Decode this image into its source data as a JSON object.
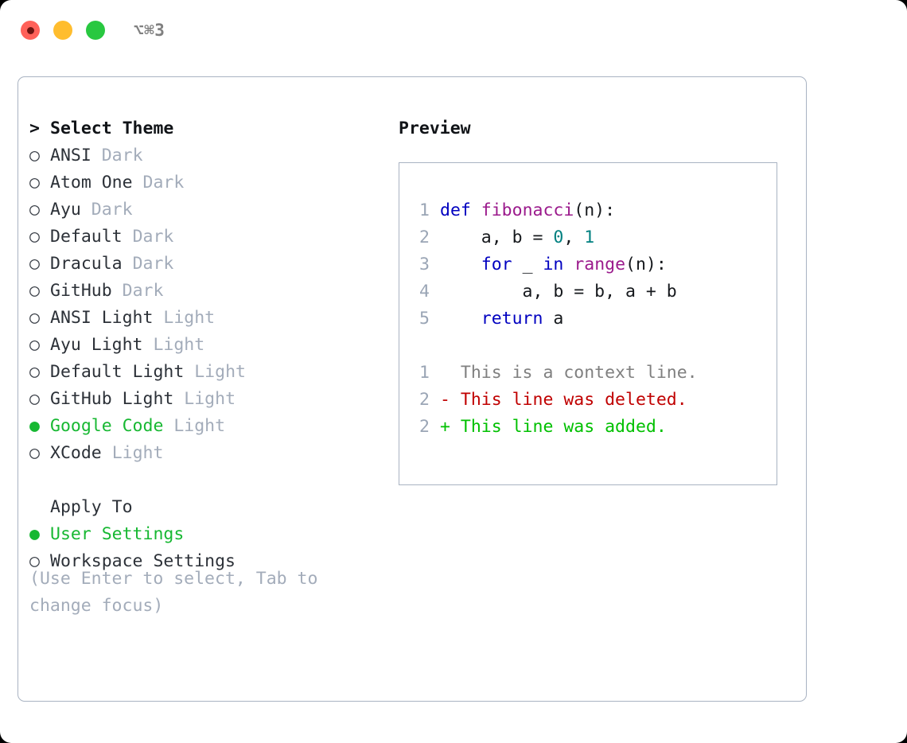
{
  "window": {
    "title": "⌥⌘3",
    "traffic_lights": [
      {
        "name": "close",
        "color": "#ff6159"
      },
      {
        "name": "minimize",
        "color": "#ffbd2e"
      },
      {
        "name": "maximize",
        "color": "#28c840"
      }
    ],
    "accent_selected": "#17b832",
    "border_color": "#a9b3c2"
  },
  "theme_list": {
    "header_marker": ">",
    "header_label": "Select Theme",
    "marker_selected": "●",
    "marker_unselected": "○",
    "items": [
      {
        "marker": "○",
        "name": "ANSI",
        "variant": "Dark",
        "selected": false
      },
      {
        "marker": "○",
        "name": "Atom One",
        "variant": "Dark",
        "selected": false
      },
      {
        "marker": "○",
        "name": "Ayu",
        "variant": "Dark",
        "selected": false
      },
      {
        "marker": "○",
        "name": "Default",
        "variant": "Dark",
        "selected": false
      },
      {
        "marker": "○",
        "name": "Dracula",
        "variant": "Dark",
        "selected": false
      },
      {
        "marker": "○",
        "name": "GitHub",
        "variant": "Dark",
        "selected": false
      },
      {
        "marker": "○",
        "name": "ANSI Light",
        "variant": "Light",
        "selected": false
      },
      {
        "marker": "○",
        "name": "Ayu Light",
        "variant": "Light",
        "selected": false
      },
      {
        "marker": "○",
        "name": "Default Light",
        "variant": "Light",
        "selected": false
      },
      {
        "marker": "○",
        "name": "GitHub Light",
        "variant": "Light",
        "selected": false
      },
      {
        "marker": "●",
        "name": "Google Code",
        "variant": "Light",
        "selected": true
      },
      {
        "marker": "○",
        "name": "XCode",
        "variant": "Light",
        "selected": false
      }
    ]
  },
  "apply_to": {
    "label": "Apply To",
    "options": [
      {
        "marker": "●",
        "name": "User Settings",
        "selected": true
      },
      {
        "marker": "○",
        "name": "Workspace Settings",
        "selected": false
      }
    ]
  },
  "hint": "(Use Enter to select, Tab to change focus)",
  "preview": {
    "title": "Preview",
    "code_lines": [
      {
        "no": "1",
        "tokens": [
          {
            "t": "def",
            "c": "kw"
          },
          {
            "t": " ",
            "c": "plain"
          },
          {
            "t": "fibonacci",
            "c": "fn"
          },
          {
            "t": "(n):",
            "c": "plain"
          }
        ]
      },
      {
        "no": "2",
        "tokens": [
          {
            "t": "    a, b = ",
            "c": "plain"
          },
          {
            "t": "0",
            "c": "num"
          },
          {
            "t": ", ",
            "c": "plain"
          },
          {
            "t": "1",
            "c": "num"
          }
        ]
      },
      {
        "no": "3",
        "tokens": [
          {
            "t": "    ",
            "c": "plain"
          },
          {
            "t": "for",
            "c": "kw"
          },
          {
            "t": " _ ",
            "c": "plain"
          },
          {
            "t": "in",
            "c": "kw"
          },
          {
            "t": " ",
            "c": "plain"
          },
          {
            "t": "range",
            "c": "fn"
          },
          {
            "t": "(n):",
            "c": "plain"
          }
        ]
      },
      {
        "no": "4",
        "tokens": [
          {
            "t": "        a, b = b, a + b",
            "c": "plain"
          }
        ]
      },
      {
        "no": "5",
        "tokens": [
          {
            "t": "    ",
            "c": "plain"
          },
          {
            "t": "return",
            "c": "kw"
          },
          {
            "t": " a",
            "c": "plain"
          }
        ]
      }
    ],
    "diff_lines": [
      {
        "no": "1",
        "sign": " ",
        "text": " This is a context line.",
        "kind": "ctx"
      },
      {
        "no": "2",
        "sign": "-",
        "text": " This line was deleted.",
        "kind": "del"
      },
      {
        "no": "2",
        "sign": "+",
        "text": " This line was added.",
        "kind": "add"
      }
    ]
  }
}
